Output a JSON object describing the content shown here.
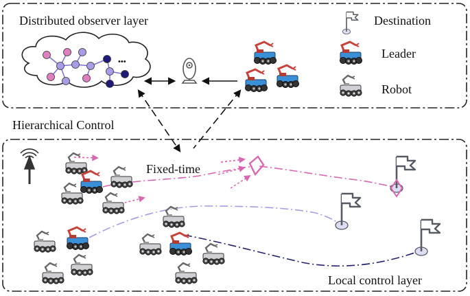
{
  "labels": {
    "top_title": "Distributed observer layer",
    "hierarchical": "Hierarchical Control",
    "fixed_time": "Fixed-time",
    "bottom_title": "Local control layer"
  },
  "legend": [
    {
      "label": "Destination",
      "icon": "destination-flag-icon"
    },
    {
      "label": "Leader",
      "icon": "leader-robot-icon"
    },
    {
      "label": "Robot",
      "icon": "robot-icon"
    }
  ],
  "graph": {
    "ellipsis": "•••",
    "node_colors": {
      "pink": "#e07fbf",
      "lavender": "#a99be6",
      "navy": "#1f1a7a"
    }
  },
  "colors": {
    "path_pink": "#d966b0",
    "path_lavender": "#a99be6",
    "path_navy": "#23216f",
    "flag": "#555a63",
    "flag_base": "#dcdcf2",
    "frame": "#222222"
  }
}
